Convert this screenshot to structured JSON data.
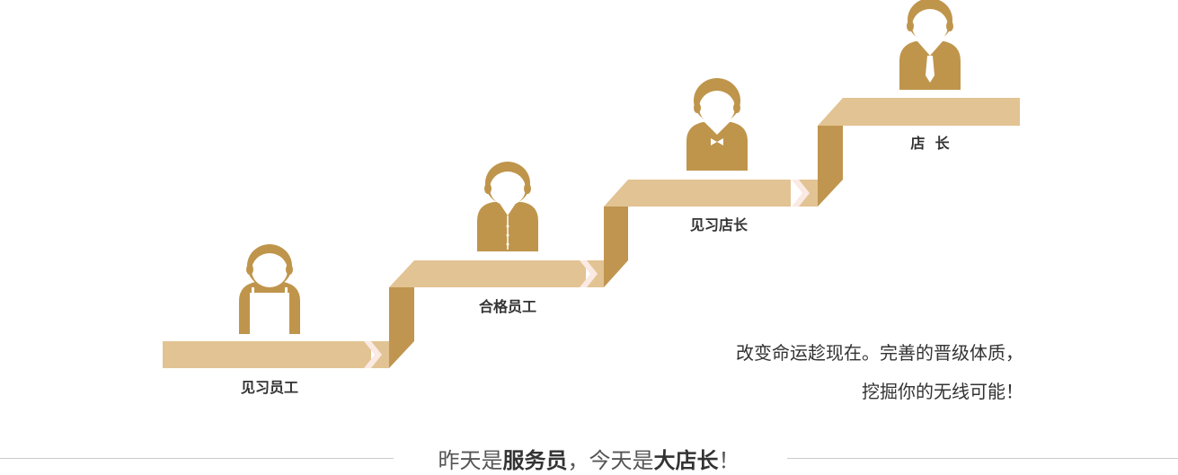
{
  "colors": {
    "step_light": "#e2c393",
    "step_dark": "#c0954f",
    "figure": "#bf954c",
    "arrow_highlight": "#fbe9e3"
  },
  "steps": [
    {
      "label": "见习员工",
      "icon": "waiter-apron-icon"
    },
    {
      "label": "合格员工",
      "icon": "staff-collar-icon"
    },
    {
      "label": "见习店长",
      "icon": "bowtie-manager-icon"
    },
    {
      "label": "店  长",
      "icon": "necktie-manager-icon"
    }
  ],
  "slogan": {
    "line1": "改变命运趁现在。完善的晋级体质，",
    "line2": "挖掘你的无线可能！"
  },
  "footer": {
    "part1": "昨天是",
    "part2": "服务员",
    "part3": "，今天是",
    "part4": "大店长",
    "part5": "！"
  }
}
